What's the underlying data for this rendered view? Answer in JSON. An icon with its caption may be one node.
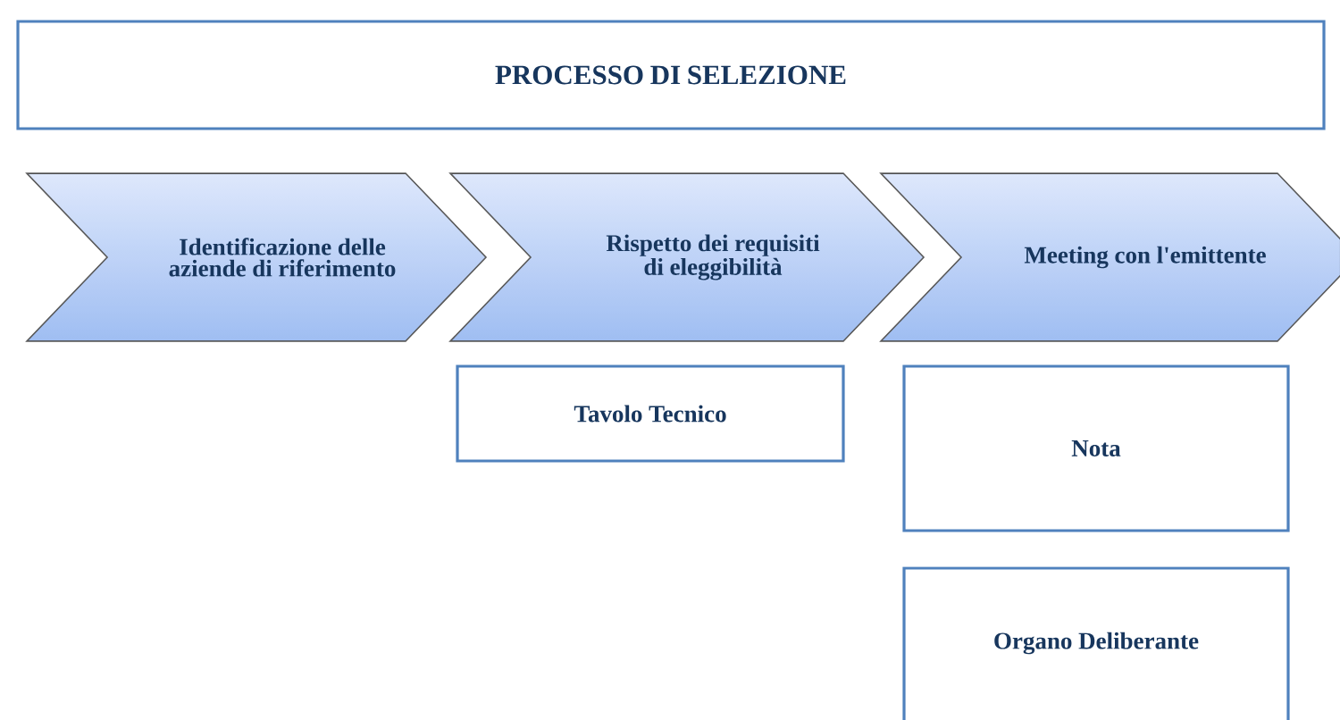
{
  "diagram": {
    "nodes": [
      {
        "text": [
          "PROCESSO DI SELEZIONE"
        ]
      },
      {
        "text": [
          "Identificazione delle aziende di riferimento"
        ]
      },
      {
        "text": [
          "Rispetto dei requisiti di eleggibilità"
        ]
      },
      {
        "text": [
          "Meeting con l'emittente"
        ]
      },
      {
        "text": [
          "Tavolo Tecnico"
        ]
      },
      {
        "text": [
          "Nota"
        ]
      },
      {
        "text": [
          "Organo Deliberante"
        ]
      }
    ]
  }
}
